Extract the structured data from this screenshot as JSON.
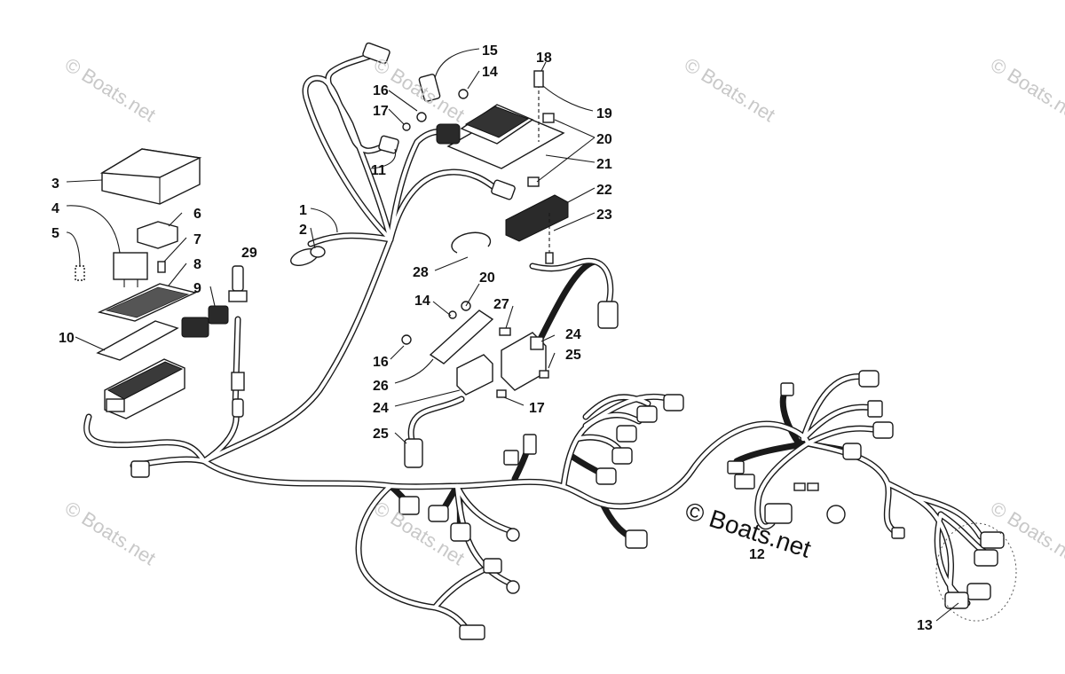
{
  "callouts": {
    "n1": "1",
    "n2": "2",
    "n3": "3",
    "n4": "4",
    "n5": "5",
    "n6": "6",
    "n7": "7",
    "n8": "8",
    "n9": "9",
    "n10": "10",
    "n11": "11",
    "n12": "12",
    "n13": "13",
    "n14a": "14",
    "n14b": "14",
    "n15": "15",
    "n16a": "16",
    "n16b": "16",
    "n17a": "17",
    "n17b": "17",
    "n18": "18",
    "n19": "19",
    "n20a": "20",
    "n20b": "20",
    "n21": "21",
    "n22": "22",
    "n23": "23",
    "n24a": "24",
    "n24b": "24",
    "n25a": "25",
    "n25b": "25",
    "n26": "26",
    "n27": "27",
    "n28": "28",
    "n29": "29"
  },
  "watermark": {
    "faint": "© Boats.net",
    "main": "© Boats.net"
  }
}
